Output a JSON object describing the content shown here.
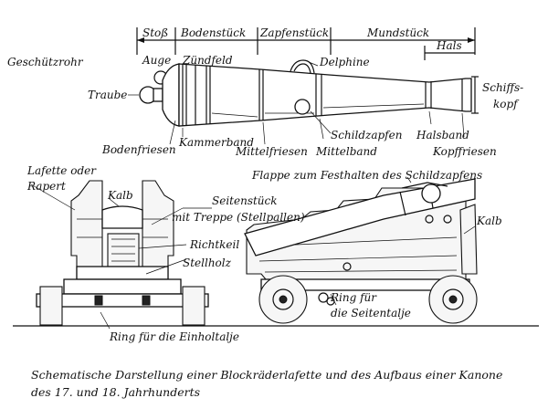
{
  "labels": {
    "stoss": "Stoß",
    "bodenstueck": "Bodenstück",
    "zapfenstueck": "Zapfenstück",
    "mundstueck": "Mundstück",
    "hals": "Hals",
    "geschuetzrohr": "Geschützrohr",
    "auge": "Auge",
    "zuendfeld": "Zündfeld",
    "delphine": "Delphine",
    "traube": "Traube",
    "schiffskopf_1": "Schiffs-",
    "schiffskopf_2": "kopf",
    "kammerband": "Kammerband",
    "bodenfriesen": "Bodenfriesen",
    "mittelfriesen": "Mittelfriesen",
    "mittelband": "Mittelband",
    "schildzapfen": "Schildzapfen",
    "halsband": "Halsband",
    "kopffriesen": "Kopffriesen",
    "lafette_1": "Lafette oder",
    "lafette_2": "Rapert",
    "flappe": "Flappe zum Festhalten des Schildzapfens",
    "kalb_left": "Kalb",
    "seitenstueck_1": "Seitenstück",
    "seitenstueck_2": "mit Treppe (Stellpallen)",
    "kalb_right": "Kalb",
    "richtkeil": "Richtkeil",
    "stellholz": "Stellholz",
    "ring_seite_1": "Ring für",
    "ring_seite_2": "die Seitentalje",
    "ring_einhol": "Ring für die Einholtalje"
  },
  "caption": "Schematische Darstellung einer Blockräderlafette und des Aufbaus einer Kanone des 17. und 18. Jahrhunderts"
}
